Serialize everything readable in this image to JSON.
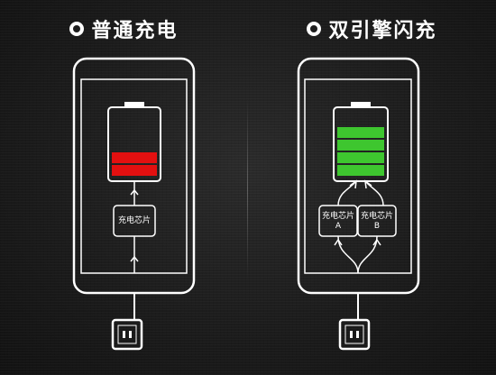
{
  "left": {
    "title": "普通充电",
    "chip": "充电芯片",
    "battery_bars_filled": 2,
    "battery_color": "#e31010"
  },
  "right": {
    "title": "双引擎闪充",
    "chip_a": "充电芯片",
    "chip_a_sub": "A",
    "chip_b": "充电芯片",
    "chip_b_sub": "B",
    "battery_bars_filled": 4,
    "battery_color": "#3ec62f"
  },
  "icons": {
    "outlet": "power-outlet-icon",
    "bullet": "circle-bullet-icon"
  }
}
